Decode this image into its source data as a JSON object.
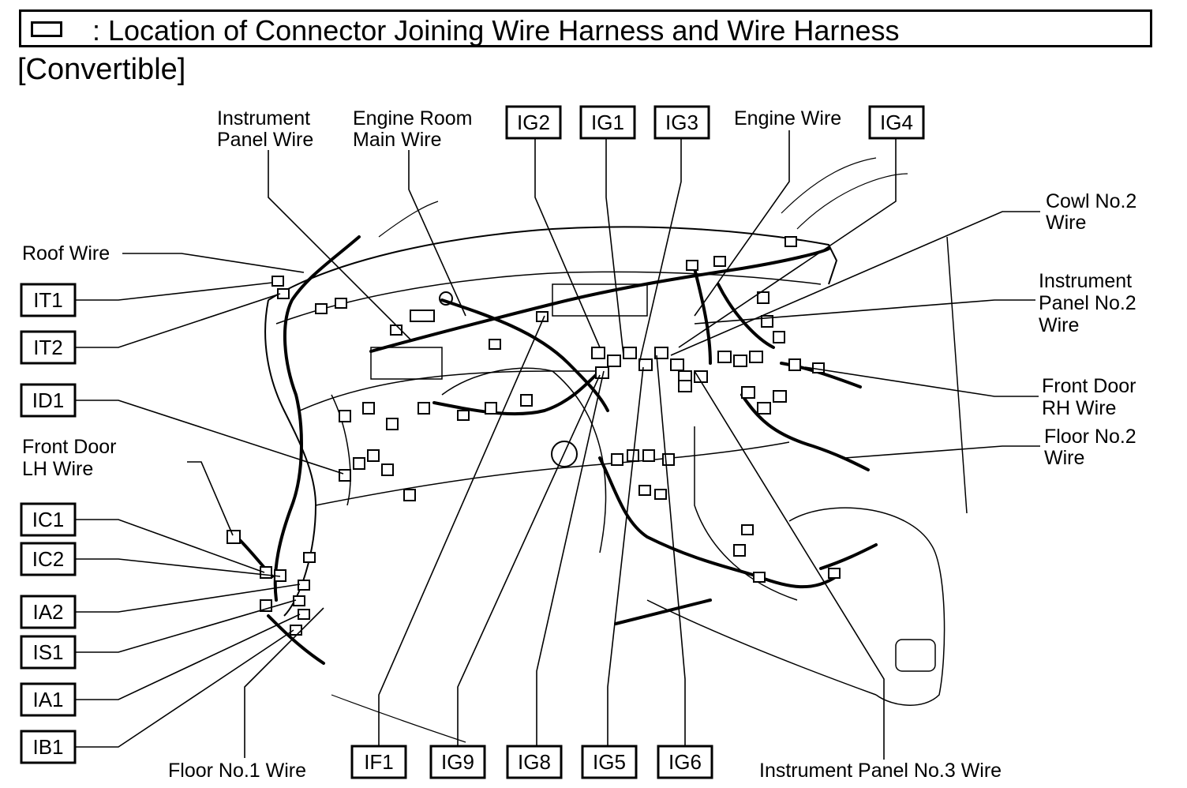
{
  "title": {
    "icon": "connector-box-icon",
    "text": ": Location of Connector Joining Wire Harness and Wire Harness"
  },
  "subtitle": "[Convertible]",
  "codes": [
    "IG2",
    "IG1",
    "IG3",
    "IG4",
    "IT1",
    "IT2",
    "ID1",
    "IC1",
    "IC2",
    "IA2",
    "IS1",
    "IA1",
    "IB1",
    "IF1",
    "IG9",
    "IG8",
    "IG5",
    "IG6"
  ],
  "wire_labels": {
    "instrument_panel_wire": [
      "Instrument",
      "Panel Wire"
    ],
    "engine_room_main_wire": [
      "Engine Room",
      "Main Wire"
    ],
    "engine_wire": [
      "Engine Wire"
    ],
    "roof_wire": [
      "Roof Wire"
    ],
    "front_door_lh_wire": [
      "Front Door",
      "LH Wire"
    ],
    "cowl_no2_wire": [
      "Cowl No.2",
      "Wire"
    ],
    "instrument_panel_no2_wire": [
      "Instrument",
      "Panel No.2",
      "Wire"
    ],
    "front_door_rh_wire": [
      "Front Door",
      "RH Wire"
    ],
    "floor_no2_wire": [
      "Floor No.2",
      "Wire"
    ],
    "floor_no1_wire": [
      "Floor No.1 Wire"
    ],
    "instrument_panel_no3_wire": [
      "Instrument Panel No.3 Wire"
    ]
  }
}
